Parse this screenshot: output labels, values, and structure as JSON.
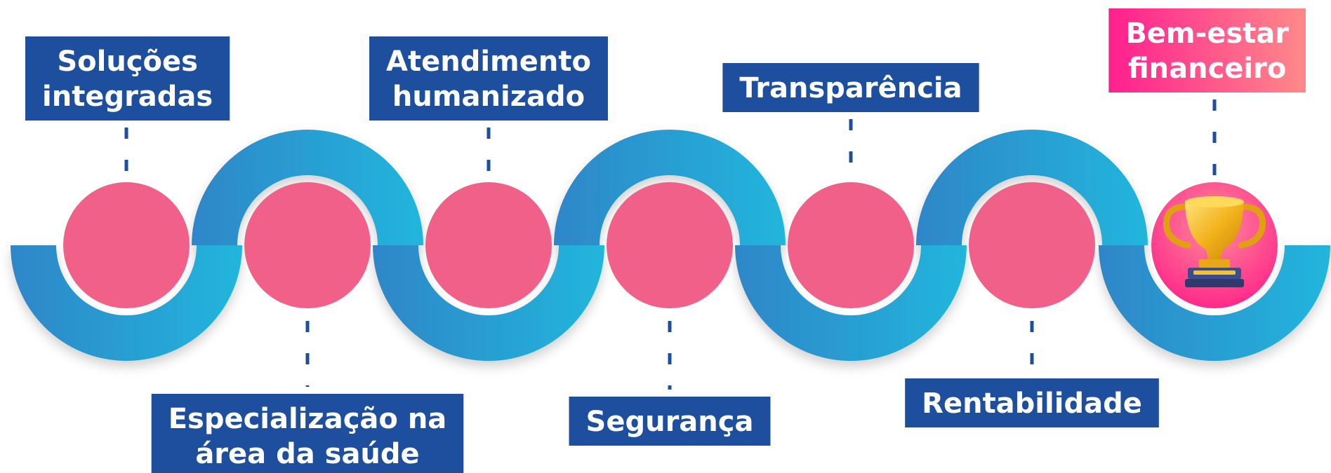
{
  "steps": [
    {
      "id": "solucoes-integradas",
      "lines": [
        "Soluções",
        "integradas"
      ]
    },
    {
      "id": "especializacao-saude",
      "lines": [
        "Especialização na",
        "área da saúde"
      ]
    },
    {
      "id": "atendimento-humanizado",
      "lines": [
        "Atendimento",
        "humanizado"
      ]
    },
    {
      "id": "seguranca",
      "lines": [
        "Segurança"
      ]
    },
    {
      "id": "transparencia",
      "lines": [
        "Transparência"
      ]
    },
    {
      "id": "rentabilidade",
      "lines": [
        "Rentabilidade"
      ]
    },
    {
      "id": "bem-estar-financeiro",
      "lines": [
        "Bem-estar",
        "financeiro"
      ],
      "highlight": true,
      "icon": "trophy-icon"
    }
  ],
  "colors": {
    "label_bg": "#1e4f9e",
    "highlight_bg_start": "#ff1f8f",
    "highlight_bg_end": "#ff8a8a",
    "circle": "#f06088",
    "wave_start": "#2f86c8",
    "wave_end": "#22b6dc",
    "connector": "#1e4f9e"
  }
}
